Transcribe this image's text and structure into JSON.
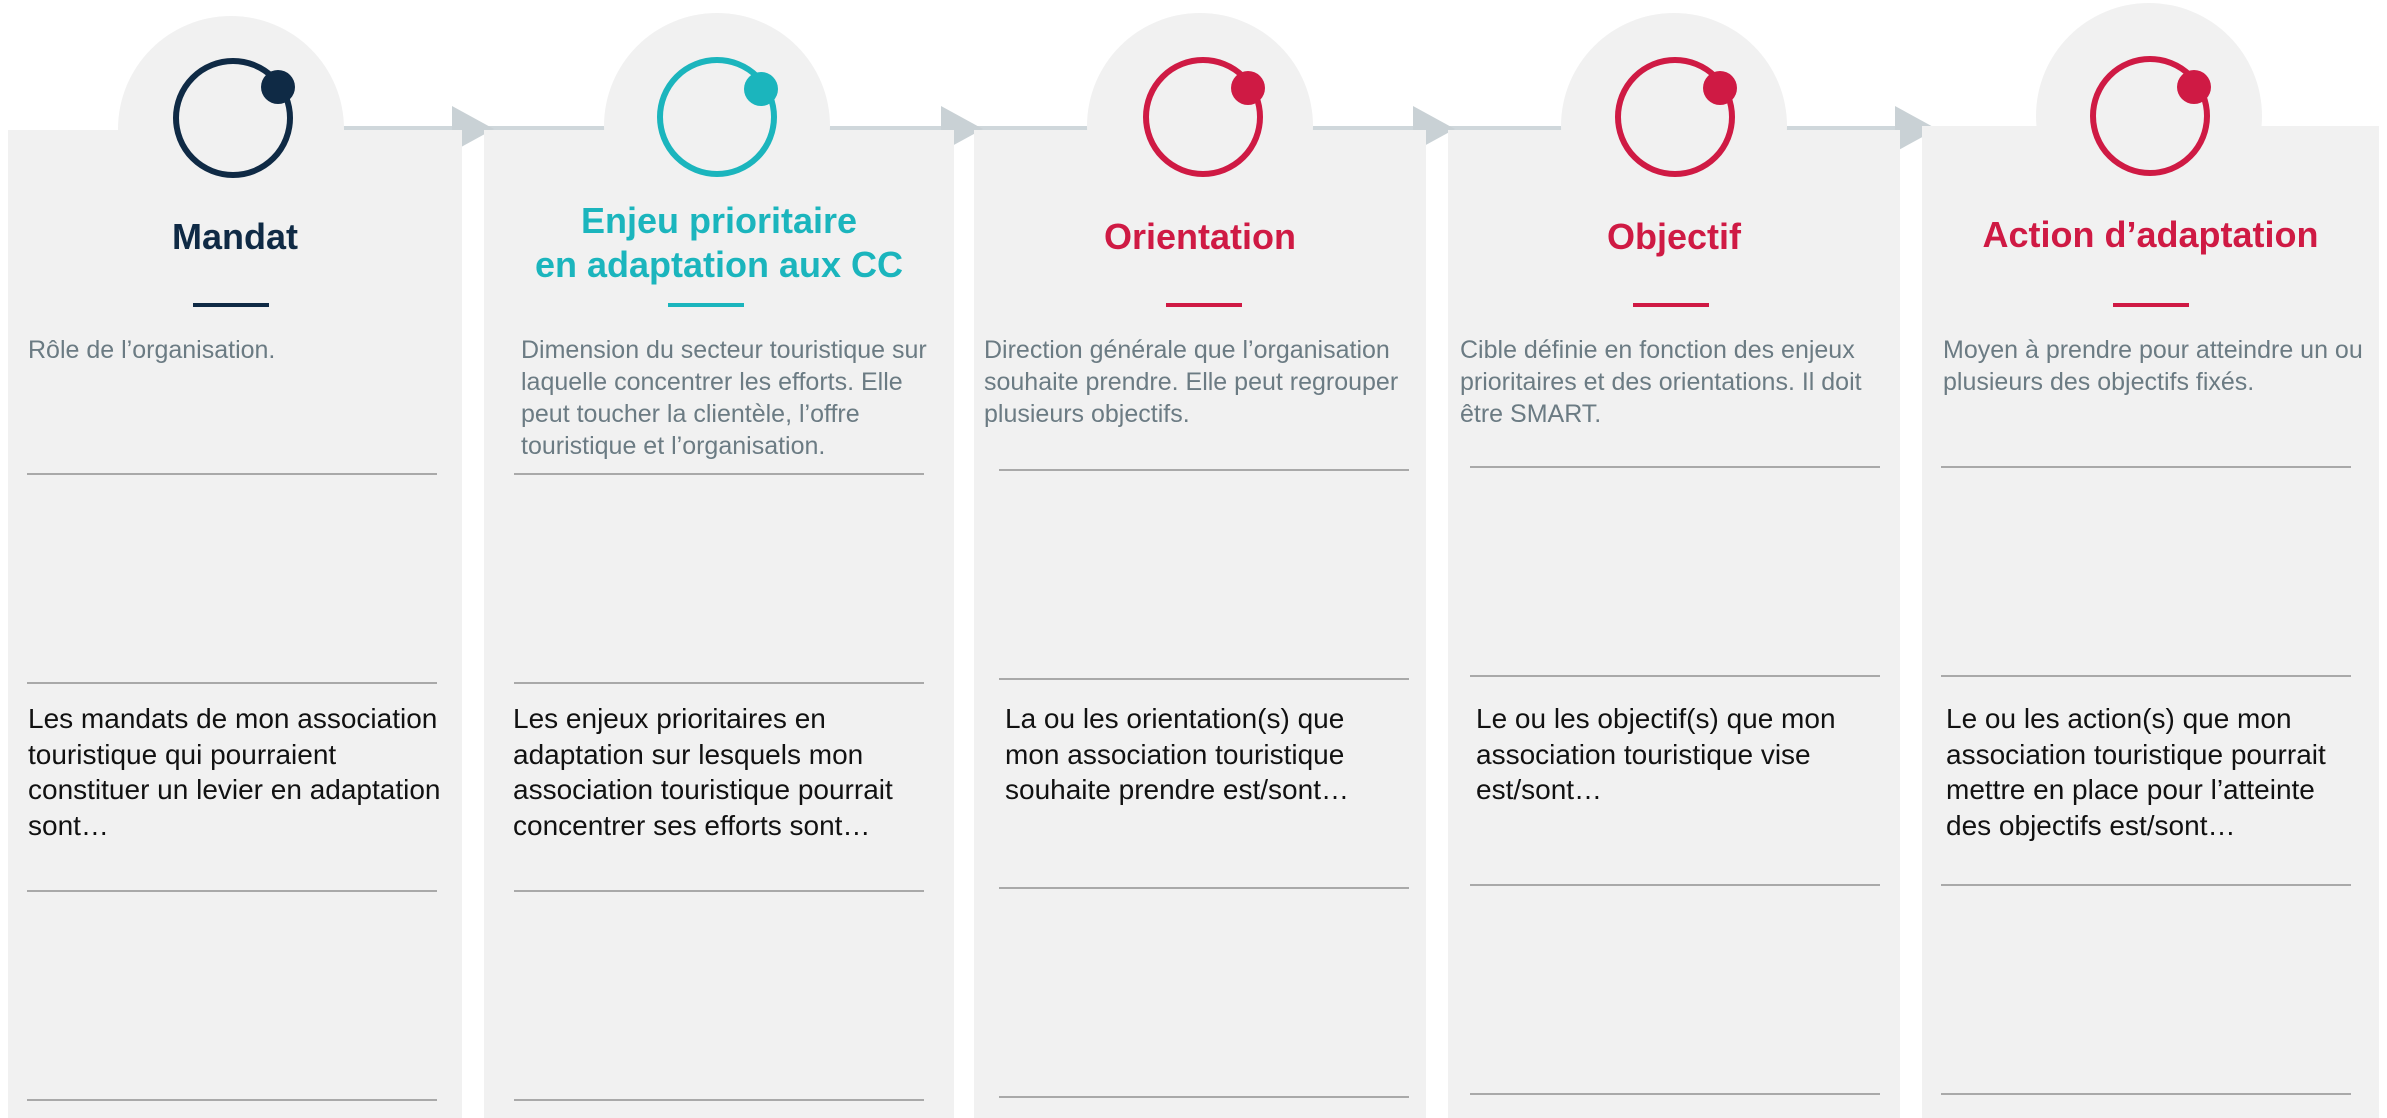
{
  "colors": {
    "navy": "#0f2a45",
    "teal": "#1bb5bd",
    "crimson": "#cf1a44",
    "card_bg": "#f1f1f1",
    "description_text": "#6b7b83",
    "connector": "#cfd7db"
  },
  "steps": [
    {
      "icon": "target-ring-icon",
      "title": "Mandat",
      "title_color": "#0f2a45",
      "description": "Rôle de l’organisation.",
      "prompt": "Les mandats de mon association touristique qui pourraient constituer un levier en adaptation sont…"
    },
    {
      "icon": "target-ring-icon",
      "title": "Enjeu prioritaire\nen adaptation aux CC",
      "title_color": "#1bb5bd",
      "description": "Dimension du secteur touristique sur laquelle concentrer les efforts. Elle peut toucher la clientèle, l’offre touristique et l’organisation.",
      "prompt": "Les enjeux prioritaires en adaptation sur lesquels mon association touristique pourrait concentrer ses efforts sont…"
    },
    {
      "icon": "target-ring-icon",
      "title": "Orientation",
      "title_color": "#cf1a44",
      "description": "Direction générale que l’organisation souhaite prendre. Elle peut regrouper plusieurs objectifs.",
      "prompt": "La ou les orientation(s) que mon association touristique souhaite prendre est/sont…"
    },
    {
      "icon": "target-ring-icon",
      "title": "Objectif",
      "title_color": "#cf1a44",
      "description": "Cible définie en fonction des enjeux prioritaires et des orientations. Il doit être SMART.",
      "prompt": "Le ou les objectif(s) que mon association touristique vise est/sont…"
    },
    {
      "icon": "target-ring-icon",
      "title": "Action d’adaptation",
      "title_color": "#cf1a44",
      "description": "Moyen à prendre pour atteindre un ou plusieurs des objectifs fixés.",
      "prompt": "Le ou les action(s) que mon association touristique pourrait mettre en place pour l’atteinte des objectifs est/sont…"
    }
  ]
}
